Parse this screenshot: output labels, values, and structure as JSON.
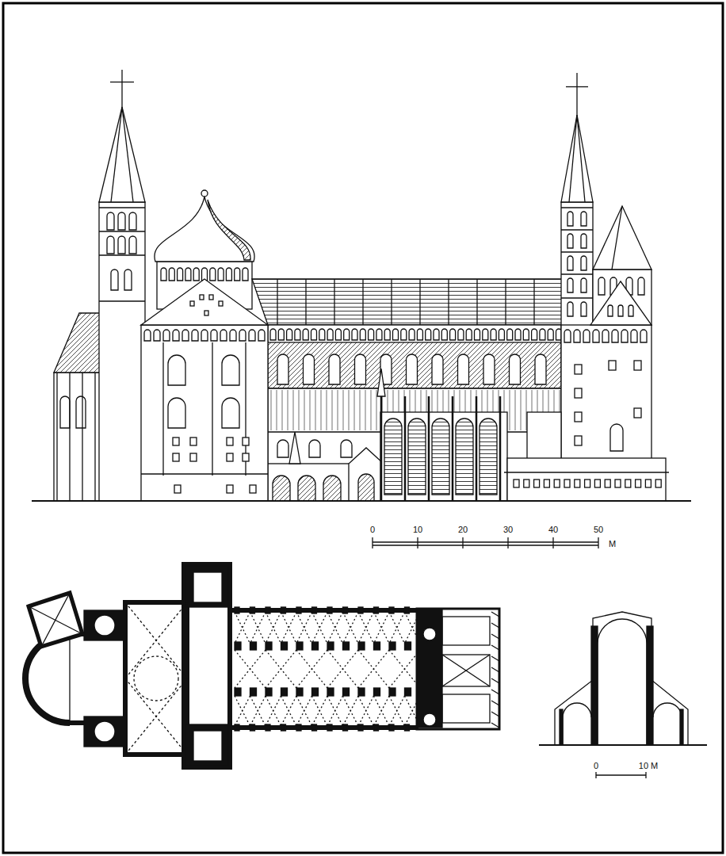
{
  "diagram": {
    "labels": [
      "0",
      "10",
      "20",
      "30",
      "40",
      "50",
      "M",
      "0",
      "10 M"
    ]
  }
}
